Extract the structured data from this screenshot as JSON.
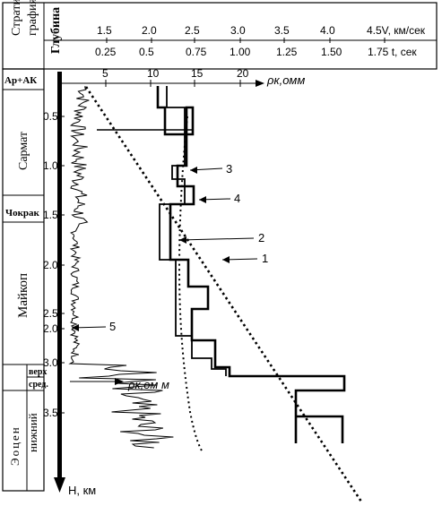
{
  "header": {
    "strat_line1": "Страти-",
    "strat_line2": "графия",
    "depth": "Глубина",
    "v_ticks": [
      "1.5",
      "2.0",
      "2.5",
      "3.0",
      "3.5",
      "4.0"
    ],
    "v_last": "4.5V, км/сек",
    "t_ticks": [
      "0.25",
      "0.5",
      "0.75",
      "1.00",
      "1.25",
      "1.50"
    ],
    "t_last": "1.75 t, сек",
    "rho_ticks": [
      "5",
      "10",
      "15",
      "20"
    ],
    "rho_label": "ρк,омм",
    "rho_label2": "ρк,ом м"
  },
  "strat_units": [
    "Ар+АК",
    "Сармат",
    "Чокрак",
    "Майкоп",
    "верх",
    "сред.",
    "Эоцен",
    "нижний"
  ],
  "depth_ticks": [
    "0.5",
    "1.0",
    "1.5",
    "2.0",
    "2.5",
    "2.0",
    "3.0",
    "3.5"
  ],
  "depth_axis_label": "Н, км",
  "curve_labels": [
    "1",
    "2",
    "3",
    "4",
    "5"
  ]
}
